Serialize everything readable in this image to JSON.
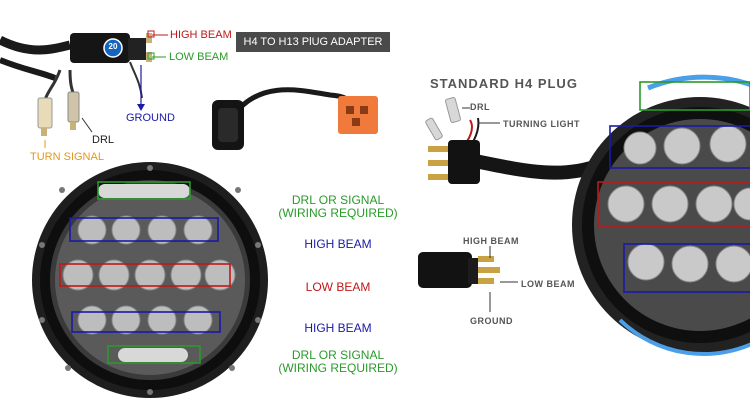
{
  "banner": {
    "text": "H4  TO H13 PlUG ADAPTER"
  },
  "plug_labels": {
    "high_beam": "HIGH BEAM",
    "low_beam": "LOW BEAM",
    "ground": "GROUND",
    "drl": "DRL",
    "turn_signal": "TURN SIGNAL",
    "connector_number": "20"
  },
  "beam_labels": {
    "drl_top_line1": "DRL OR SIGNAL",
    "drl_top_line2": "(WIRING REQUIRED)",
    "high_beam_1": "HIGH BEAM",
    "low_beam": "LOW BEAM",
    "high_beam_2": "HIGH BEAM",
    "drl_bottom_line1": "DRL OR SIGNAL",
    "drl_bottom_line2": "(WIRING REQUIRED)"
  },
  "standard_plug": {
    "title": "STANDARD H4 PLUG",
    "drl": "DRL",
    "turning_light": "TURNING LIGHT",
    "high_beam": "HIGH BEAM",
    "low_beam": "LOW BEAM",
    "ground": "GROUND"
  },
  "colors": {
    "high": "#1a1aa8",
    "low": "#c01818",
    "drl": "#2a9a2a",
    "ground": "#1a1aa8",
    "turn": "#e09a20"
  }
}
